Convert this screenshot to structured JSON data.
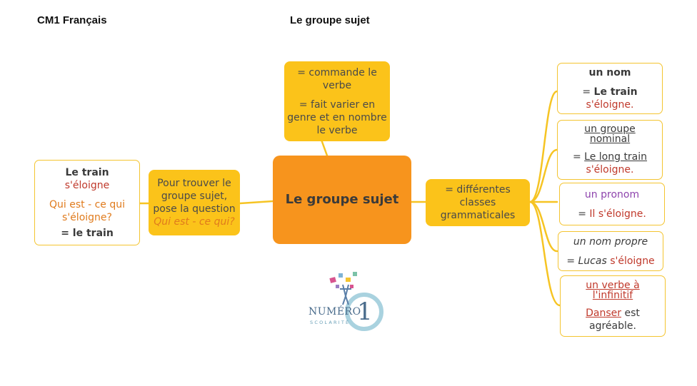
{
  "header": {
    "left": "CM1 Français",
    "center": "Le groupe sujet"
  },
  "central": {
    "title": "Le groupe sujet"
  },
  "top_node": {
    "line1": "= commande le verbe",
    "line2": "= fait varier en genre et en nombre le verbe"
  },
  "question_node": {
    "text": "Pour trouver le groupe sujet, pose la question",
    "question": "Qui est - ce qui?"
  },
  "example_node": {
    "subject": "Le train",
    "verb": "s'éloigne",
    "question": "Qui est - ce qui s'éloigne?",
    "answer": "= le train"
  },
  "classes_node": {
    "text": "= différentes classes grammaticales"
  },
  "branches": [
    {
      "title": "un nom",
      "prefix": "= ",
      "subject": "Le train",
      "rest": " s'éloigne."
    },
    {
      "title": "un groupe nominal",
      "prefix": "= ",
      "subject": "Le long train",
      "rest": " s'éloigne."
    },
    {
      "title": "un pronom",
      "prefix": "= ",
      "subject": "Il",
      "rest": " s'éloigne."
    },
    {
      "title": "un nom propre",
      "prefix": "= ",
      "subject": "Lucas",
      "rest": " s'éloigne"
    },
    {
      "title": "un verbe à l'infinitif",
      "subject": "Danser",
      "rest": " est agréable."
    }
  ],
  "logo": {
    "name": "NUMÉRO",
    "digit": "1",
    "sub": "SCOLARITÉ"
  },
  "colors": {
    "central": "#f7941d",
    "yellow_node": "#fbc31a",
    "border": "#f4c430",
    "link": "#f6c423",
    "red_text": "#c0392b",
    "orange_text": "#e07b1d",
    "purple_text": "#8e44ad"
  }
}
